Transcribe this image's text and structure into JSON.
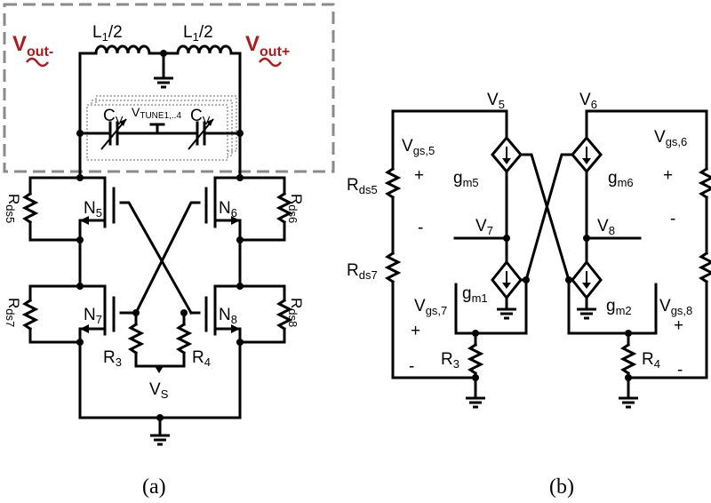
{
  "a": {
    "vout_minus": {
      "main": "V",
      "sub": "out-"
    },
    "vout_plus": {
      "main": "V",
      "sub": "out+"
    },
    "l1_left": {
      "main": "L",
      "sub": "1",
      "tail": "/2"
    },
    "l1_right": {
      "main": "L",
      "sub": "1",
      "tail": "/2"
    },
    "cv_left": {
      "main": "C",
      "sub": "V"
    },
    "cv_right": {
      "main": "C",
      "sub": "V"
    },
    "vtune": {
      "main": "V",
      "sub": "TUNE1,..4"
    },
    "rds5": {
      "main": "R",
      "sub": "ds5"
    },
    "rds6": {
      "main": "R",
      "sub": "ds6"
    },
    "rds7": {
      "main": "R",
      "sub": "ds7"
    },
    "rds8": {
      "main": "R",
      "sub": "ds8"
    },
    "n5": {
      "main": "N",
      "sub": "5"
    },
    "n6": {
      "main": "N",
      "sub": "6"
    },
    "n7": {
      "main": "N",
      "sub": "7"
    },
    "n8": {
      "main": "N",
      "sub": "8"
    },
    "r3": {
      "main": "R",
      "sub": "3"
    },
    "r4": {
      "main": "R",
      "sub": "4"
    },
    "vs": {
      "main": "V",
      "sub": "S"
    },
    "caption": "(a)"
  },
  "b": {
    "v5": {
      "main": "V",
      "sub": "5"
    },
    "v6": {
      "main": "V",
      "sub": "6"
    },
    "v7": {
      "main": "V",
      "sub": "7"
    },
    "v8": {
      "main": "V",
      "sub": "8"
    },
    "vgs5": {
      "main": "V",
      "sub": "gs,5"
    },
    "vgs6": {
      "main": "V",
      "sub": "gs,6"
    },
    "vgs7": {
      "main": "V",
      "sub": "gs,7"
    },
    "vgs8": {
      "main": "V",
      "sub": "gs,8"
    },
    "rds5": {
      "main": "R",
      "sub": "ds5"
    },
    "rds7": {
      "main": "R",
      "sub": "ds7"
    },
    "gm5": {
      "main": "g",
      "sub": "m5"
    },
    "gm6": {
      "main": "g",
      "sub": "m6"
    },
    "gm1": {
      "main": "g",
      "sub": "m1"
    },
    "gm2": {
      "main": "g",
      "sub": "m2"
    },
    "r3": {
      "main": "R",
      "sub": "3"
    },
    "r4": {
      "main": "R",
      "sub": "4"
    },
    "plus": "+",
    "minus": "-",
    "caption": "(b)"
  }
}
